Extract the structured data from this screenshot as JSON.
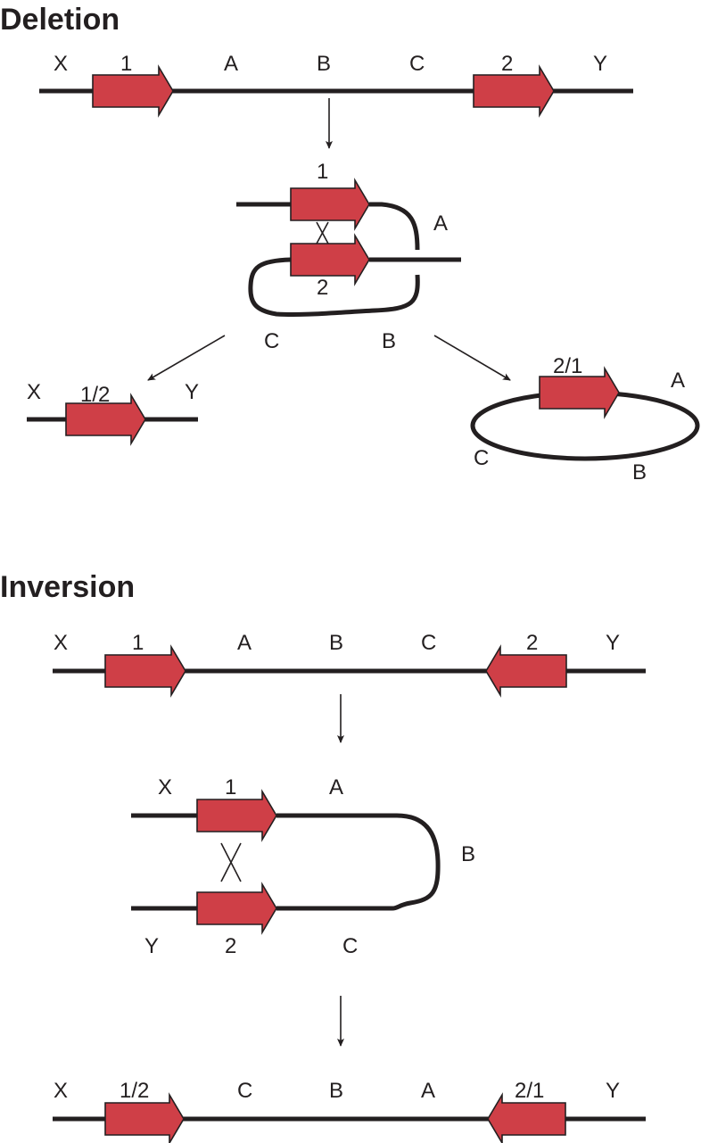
{
  "deletion": {
    "title": "Deletion",
    "initial": {
      "labels": [
        "X",
        "1",
        "A",
        "B",
        "C",
        "2",
        "Y"
      ],
      "genes": [
        {
          "name": "1",
          "direction": "right"
        },
        {
          "name": "2",
          "direction": "right"
        }
      ]
    },
    "intermediate": {
      "gene_labels": [
        "1",
        "2"
      ],
      "crossover_symbol": "X",
      "loop_labels": [
        "A",
        "C",
        "B"
      ]
    },
    "products": {
      "linear": {
        "labels": [
          "X",
          "1/2",
          "Y"
        ],
        "gene": {
          "name": "1/2",
          "direction": "right"
        }
      },
      "circle": {
        "labels": [
          "2/1",
          "A",
          "C",
          "B"
        ],
        "gene": {
          "name": "2/1",
          "direction": "right"
        }
      }
    }
  },
  "inversion": {
    "title": "Inversion",
    "initial": {
      "labels": [
        "X",
        "1",
        "A",
        "B",
        "C",
        "2",
        "Y"
      ],
      "genes": [
        {
          "name": "1",
          "direction": "right"
        },
        {
          "name": "2",
          "direction": "left"
        }
      ]
    },
    "intermediate": {
      "labels": [
        "X",
        "1",
        "A",
        "B",
        "Y",
        "2",
        "C"
      ],
      "crossover_symbol": "X"
    },
    "product": {
      "labels": [
        "X",
        "1/2",
        "C",
        "B",
        "A",
        "2/1",
        "Y"
      ],
      "genes": [
        {
          "name": "1/2",
          "direction": "right"
        },
        {
          "name": "2/1",
          "direction": "left"
        }
      ]
    }
  },
  "colors": {
    "gene_fill": "#cf3f47",
    "line": "#231f20"
  }
}
